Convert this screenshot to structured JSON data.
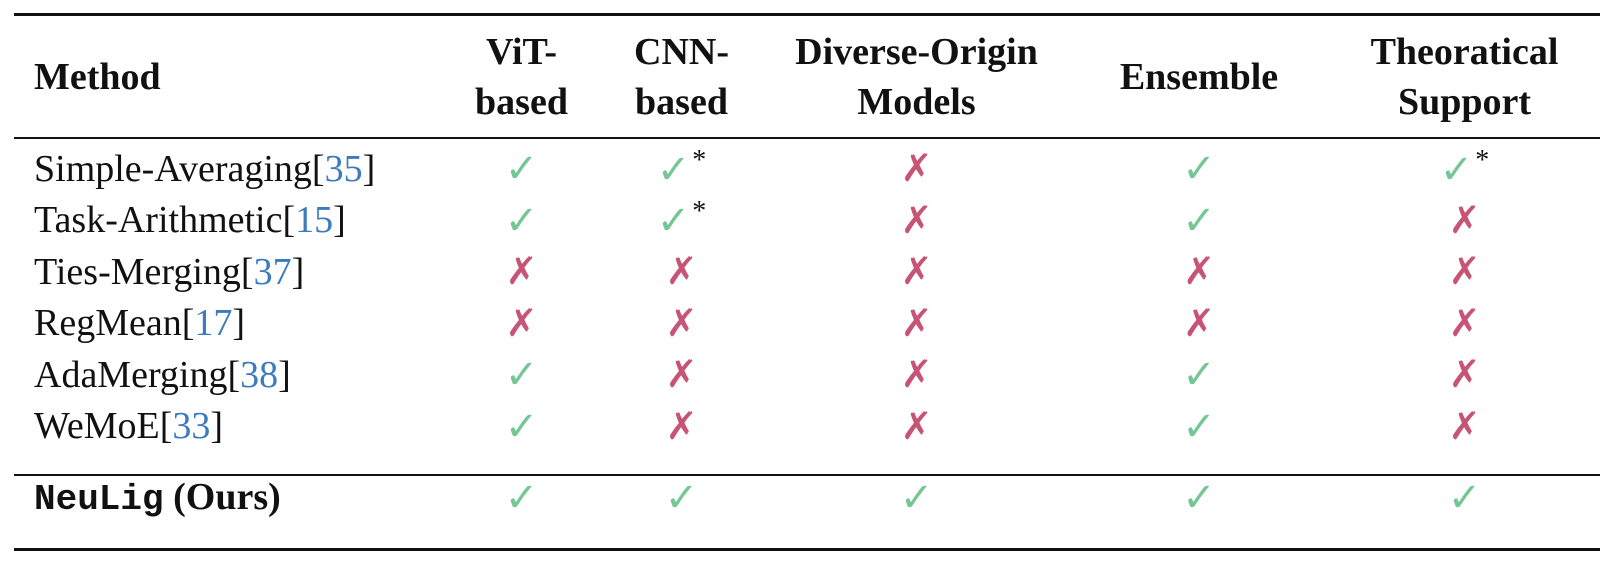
{
  "header": {
    "method": "Method",
    "vit": [
      "ViT-",
      "based"
    ],
    "cnn": [
      "CNN-",
      "based"
    ],
    "diverse": [
      "Diverse-Origin",
      "Models"
    ],
    "ensemble": "Ensemble",
    "theory": [
      "Theoratical",
      "Support"
    ]
  },
  "symbols": {
    "check": "✓",
    "cross": "✗",
    "asterisk": "*"
  },
  "colors": {
    "check": "#74c795",
    "cross": "#c75474",
    "ref": "#3d7bbf"
  },
  "rows": [
    {
      "name": "Simple-Averaging",
      "ref": "35",
      "cells": [
        "check",
        "check*",
        "cross",
        "check",
        "check*"
      ]
    },
    {
      "name": "Task-Arithmetic",
      "ref": "15",
      "cells": [
        "check",
        "check*",
        "cross",
        "check",
        "cross"
      ]
    },
    {
      "name": "Ties-Merging",
      "ref": "37",
      "cells": [
        "cross",
        "cross",
        "cross",
        "cross",
        "cross"
      ]
    },
    {
      "name": "RegMean",
      "ref": "17",
      "cells": [
        "cross",
        "cross",
        "cross",
        "cross",
        "cross"
      ]
    },
    {
      "name": "AdaMerging",
      "ref": "38",
      "cells": [
        "check",
        "cross",
        "cross",
        "check",
        "cross"
      ]
    },
    {
      "name": "WeMoE",
      "ref": "33",
      "cells": [
        "check",
        "cross",
        "cross",
        "check",
        "cross"
      ]
    }
  ],
  "ours": {
    "name": "NeuLig",
    "suffix": "(Ours)",
    "cells": [
      "check",
      "check",
      "check",
      "check",
      "check"
    ]
  }
}
